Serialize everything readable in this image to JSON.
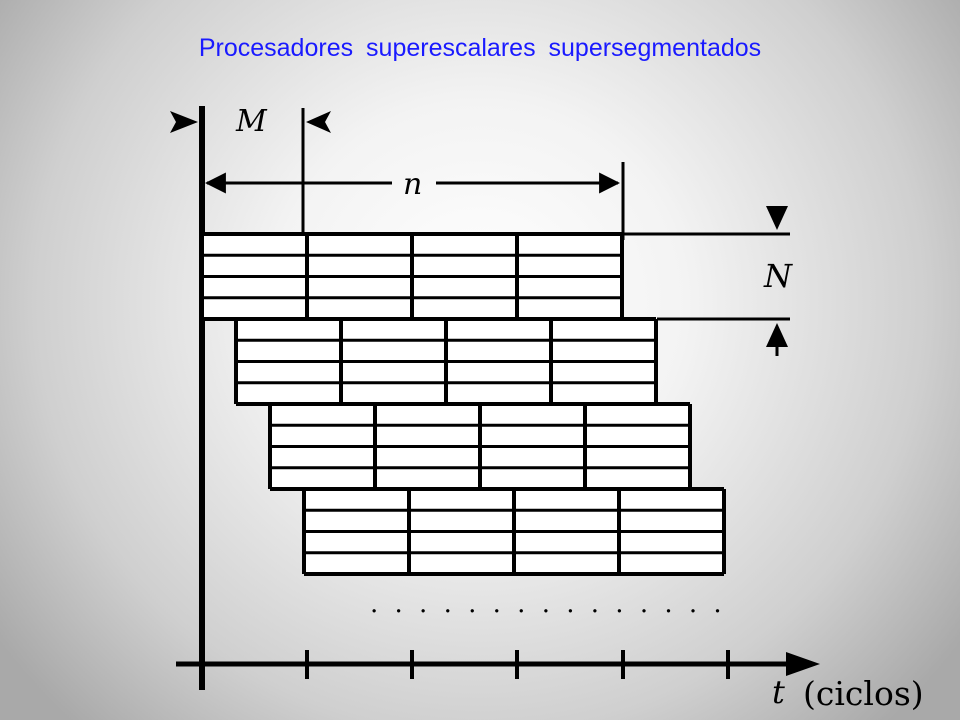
{
  "title": "Procesadores superescalares supersegmentados",
  "labels": {
    "m": "M",
    "n": "n",
    "big_n": "N",
    "t": "t",
    "units": "(ciclos)",
    "ellipsis": ". . . . . . . . . . . . . . ."
  },
  "diagram": {
    "groups": 4,
    "stages_per_group": 4,
    "rows_per_group": 4,
    "axis_ticks": 6
  }
}
